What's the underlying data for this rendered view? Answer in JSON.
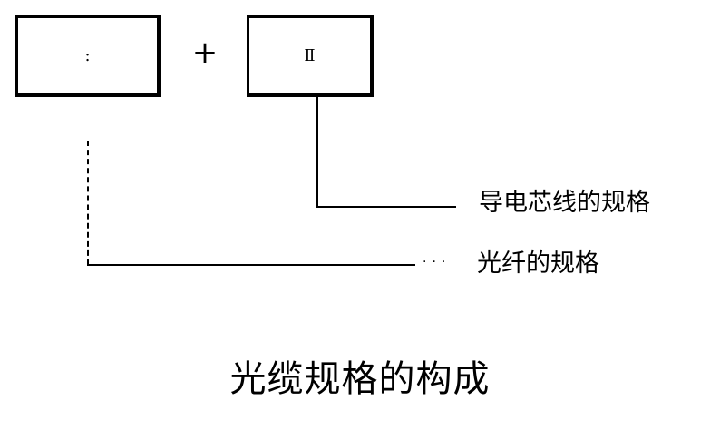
{
  "diagram": {
    "left_box": {
      "text": ":"
    },
    "right_box": {
      "text": "Ⅱ"
    },
    "operator": "+",
    "label_conductor": "导电芯线的规格",
    "label_fiber": "光纤的规格",
    "dots": "···",
    "caption": "光缆规格的构成"
  }
}
